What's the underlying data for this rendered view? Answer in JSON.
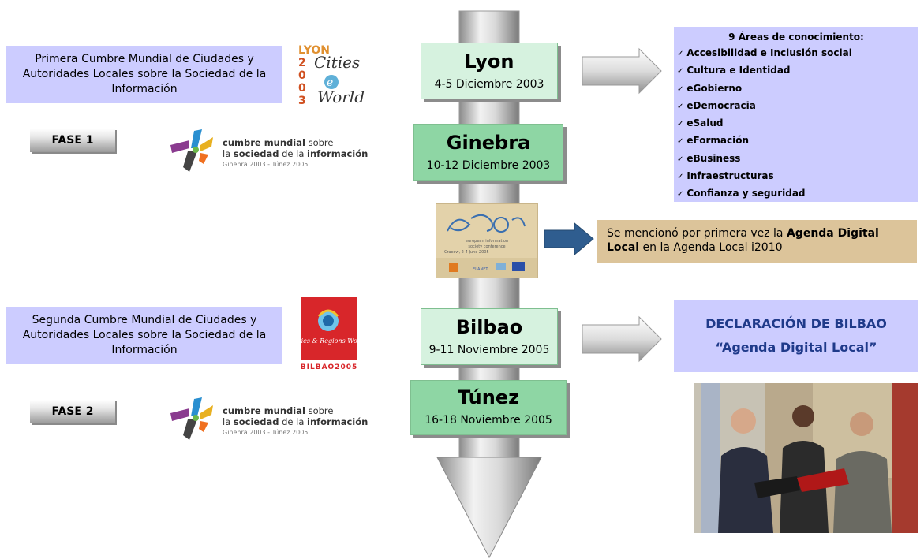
{
  "phase1": {
    "summit_text": "Primera Cumbre Mundial de Ciudades y Autoridades Locales sobre la Sociedad de la Información",
    "phase_label": "FASE 1",
    "lyon_logo": {
      "top": "LYON",
      "years": [
        "2",
        "0",
        "0",
        "3"
      ],
      "script": "Cities",
      "script2": "World",
      "mark": "e"
    }
  },
  "phase2": {
    "summit_text": "Segunda Cumbre Mundial de Ciudades y Autoridades Locales sobre la Sociedad de la Información",
    "phase_label": "FASE 2",
    "bilbao_logo": {
      "script": "Cities & Regions World",
      "bottom": "BILBAO2005"
    }
  },
  "cumbre_logo": {
    "line1_bold": "cumbre mundial",
    "line1_rest": " sobre",
    "line2_a": "la ",
    "line2_b": "sociedad",
    "line2_c": " de la ",
    "line2_d": "información",
    "line3": "Ginebra 2003 - Túnez 2005"
  },
  "timeline": [
    {
      "city": "Lyon",
      "date": "4-5 Diciembre 2003"
    },
    {
      "city": "Ginebra",
      "date": "10-12 Diciembre 2003"
    },
    {
      "city": "Bilbao",
      "date": "9-11 Noviembre 2005"
    },
    {
      "city": "Túnez",
      "date": "16-18 Noviembre 2005"
    }
  ],
  "eisco": {
    "mark": "eisco",
    "line1": "european information",
    "line2": "society conference",
    "place": "Cracow, 2-4 June 2005",
    "elanet": "ELANET"
  },
  "areas": {
    "title": "9 Áreas de conocimiento:",
    "tick": "✓",
    "items": [
      "Accesibilidad e Inclusión social",
      "Cultura e Identidad",
      "eGobierno",
      "eDemocracia",
      "eSalud",
      "eFormación",
      "eBusiness",
      "Infraestructuras",
      "Confianza y seguridad"
    ]
  },
  "agenda_note": {
    "pre": "Se mencionó por primera vez la ",
    "bold": "Agenda Digital Local",
    "post": " en la Agenda Local i2010"
  },
  "declaration": {
    "line1": "DECLARACIÓN DE BILBAO",
    "line2": "“Agenda Digital Local”"
  },
  "colors": {
    "lavender": "#ccccff",
    "event_light": "#d6f2df",
    "event_green": "#8ed6a4",
    "note_tan": "#dcc49a",
    "arrow_blue": "#2f5d8f",
    "declaration_text": "#1f3a8a"
  }
}
